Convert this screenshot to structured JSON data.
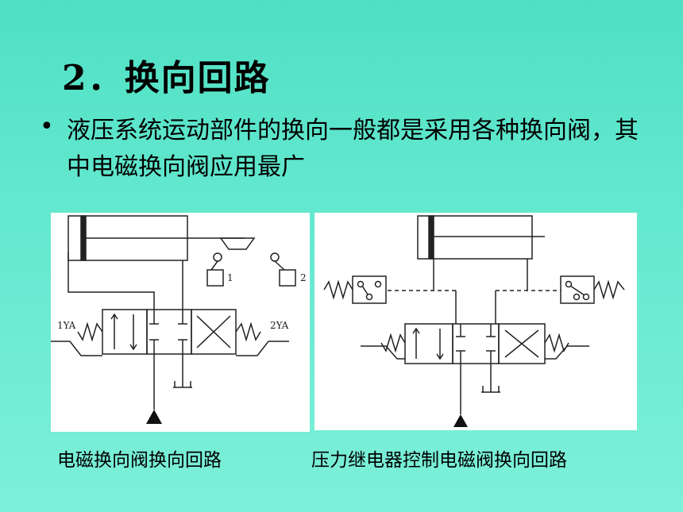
{
  "slide": {
    "title": "2．换向回路",
    "bullet": "液压系统运动部件的换向一般都是采用各种换向阀，其中电磁换向阀应用最广"
  },
  "figures": [
    {
      "caption": "电磁换向阀换向回路",
      "labels": {
        "switch1": "1",
        "switch2": "2",
        "sol_left": "1YA",
        "sol_right": "2YA"
      }
    },
    {
      "caption": "压力继电器控制电磁阀换向回路"
    }
  ]
}
